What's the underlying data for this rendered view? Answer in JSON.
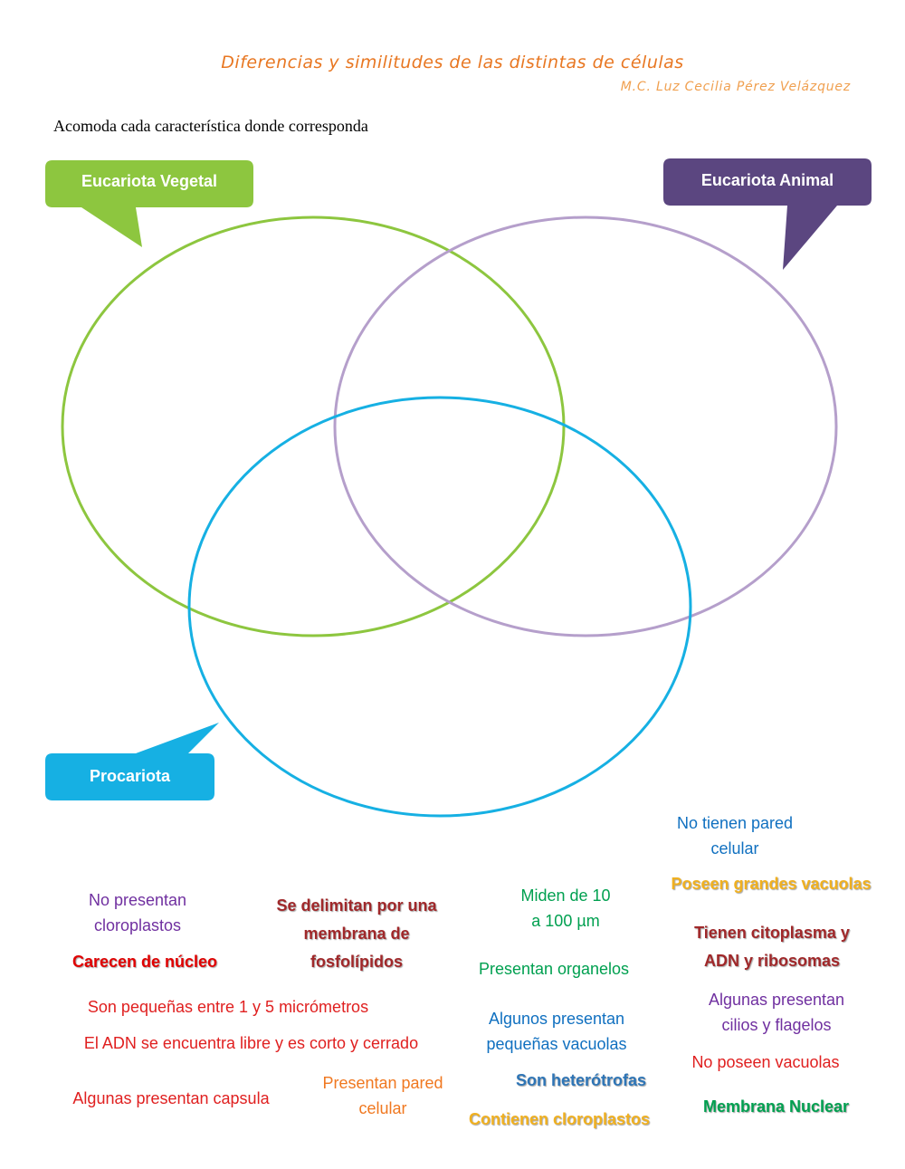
{
  "header": {
    "title": "Diferencias y similitudes de las distintas de células",
    "author": "M.C. Luz Cecilia Pérez Velázquez",
    "instruction": "Acomoda cada característica donde corresponda"
  },
  "colors": {
    "vegetal": "#8dc63f",
    "animal": "#5b4680",
    "procariota": "#16b0e3",
    "ring_vegetal": "#8dc63f",
    "ring_animal": "#b59fcb",
    "ring_procariota": "#16b0e3"
  },
  "categories": {
    "vegetal": "Eucariota Vegetal",
    "animal": "Eucariota Animal",
    "procariota": "Procariota"
  },
  "items": [
    {
      "id": "no-cloroplastos",
      "lines": [
        "No presentan",
        "cloroplastos"
      ],
      "color": "#7030a0",
      "bold": false
    },
    {
      "id": "carecen-nucleo",
      "lines": [
        "Carecen de núcleo"
      ],
      "color": "#e00000",
      "bold": true
    },
    {
      "id": "pequenas",
      "lines": [
        "Son pequeñas entre 1 y 5 micrómetros"
      ],
      "color": "#e02020",
      "bold": false
    },
    {
      "id": "adn-libre",
      "lines": [
        "El ADN se encuentra libre y es corto y cerrado"
      ],
      "color": "#e02020",
      "bold": false
    },
    {
      "id": "capsula",
      "lines": [
        "Algunas presentan capsula"
      ],
      "color": "#e02020",
      "bold": false
    },
    {
      "id": "membrana-fosfolipidos",
      "lines": [
        "Se delimitan por una",
        "membrana de",
        "fosfolípidos"
      ],
      "color": "#a0282a",
      "bold": true
    },
    {
      "id": "pared-celular",
      "lines": [
        "Presentan pared",
        "celular"
      ],
      "color": "#f07820",
      "bold": false
    },
    {
      "id": "miden",
      "lines": [
        "Miden de 10",
        "a 100 µm"
      ],
      "color": "#00a050",
      "bold": false
    },
    {
      "id": "organelos",
      "lines": [
        "Presentan organelos"
      ],
      "color": "#00a050",
      "bold": false
    },
    {
      "id": "pequenas-vacuolas",
      "lines": [
        "Algunos presentan",
        "pequeñas vacuolas"
      ],
      "color": "#1070c0",
      "bold": false
    },
    {
      "id": "heterotrofas",
      "lines": [
        "Son heterótrofas"
      ],
      "color": "#2e75b6",
      "bold": true
    },
    {
      "id": "cloroplastos",
      "lines": [
        "Contienen cloroplastos"
      ],
      "color": "#f0b020",
      "bold": true
    },
    {
      "id": "no-pared",
      "lines": [
        "No tienen pared",
        "celular"
      ],
      "color": "#1070c0",
      "bold": false
    },
    {
      "id": "grandes-vacuolas",
      "lines": [
        "Poseen grandes vacuolas"
      ],
      "color": "#f0b020",
      "bold": true
    },
    {
      "id": "citoplasma",
      "lines": [
        "Tienen citoplasma y",
        "ADN y ribosomas"
      ],
      "color": "#a0282a",
      "bold": true
    },
    {
      "id": "cilios",
      "lines": [
        "Algunas presentan",
        "cilios y flagelos"
      ],
      "color": "#7030a0",
      "bold": false
    },
    {
      "id": "no-vacuolas",
      "lines": [
        "No poseen vacuolas"
      ],
      "color": "#e02020",
      "bold": false
    },
    {
      "id": "membrana-nuclear",
      "lines": [
        "Membrana Nuclear"
      ],
      "color": "#00a050",
      "bold": true
    }
  ]
}
